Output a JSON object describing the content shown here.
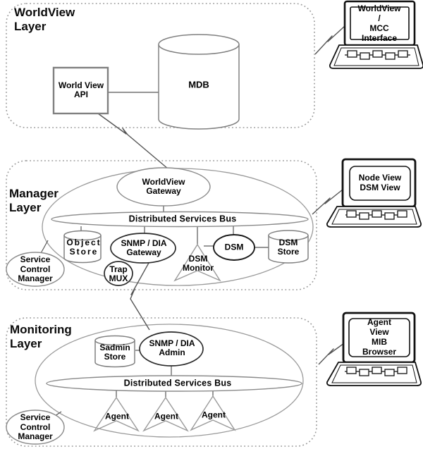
{
  "layers": {
    "worldview": {
      "label": "WorldView\nLayer",
      "api_box": "World View\nAPI",
      "mdb": "MDB"
    },
    "manager": {
      "label": "Manager\nLayer",
      "worldview_gateway": "WorldView\nGateway",
      "bus": "Distributed Services Bus",
      "object_store": "Object\nStore",
      "snmp_dia_gateway": "SNMP / DIA\nGateway",
      "trap_mux": "Trap\nMUX",
      "dsm_monitor": "DSM\nMonitor",
      "dsm": "DSM",
      "dsm_store": "DSM\nStore",
      "service_control_manager": "Service\nControl\nManager"
    },
    "monitoring": {
      "label": "Monitoring\nLayer",
      "sadmin_store": "Sadmin\nStore",
      "snmp_dia_admin": "SNMP / DIA\nAdmin",
      "bus": "Distributed Services Bus",
      "agents": [
        "Agent",
        "Agent",
        "Agent"
      ],
      "service_control_manager": "Service\nControl\nManager"
    }
  },
  "terminals": {
    "worldview": "WorldView /\nMCC Interface",
    "manager": "Node View\nDSM View",
    "monitoring": "Agent View\nMIB Browser"
  },
  "colors": {
    "background": "#ffffff",
    "shape_gray": "#8a8a8a",
    "shape_dark": "#222222",
    "text": "#000000"
  }
}
